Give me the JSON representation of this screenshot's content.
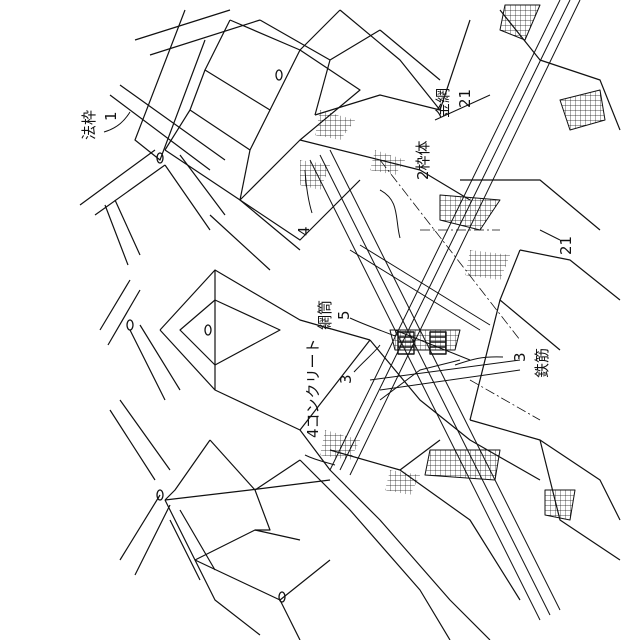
{
  "labels": {
    "norizaku": "法枠",
    "norizaku_num": "1",
    "wakutai": "2枠体",
    "kanaami": "金網",
    "kanaami_num": "21",
    "kanaami_num2": "21",
    "tekkin_num": "3",
    "tekkin": "鉄筋",
    "rebar_num_left": "3",
    "concrete_top": "4",
    "concrete": "4コンクリート",
    "amitsutsu": "網筒",
    "amitsutsu_num": "5"
  },
  "colors": {
    "line": "#111111",
    "background": "#ffffff"
  }
}
